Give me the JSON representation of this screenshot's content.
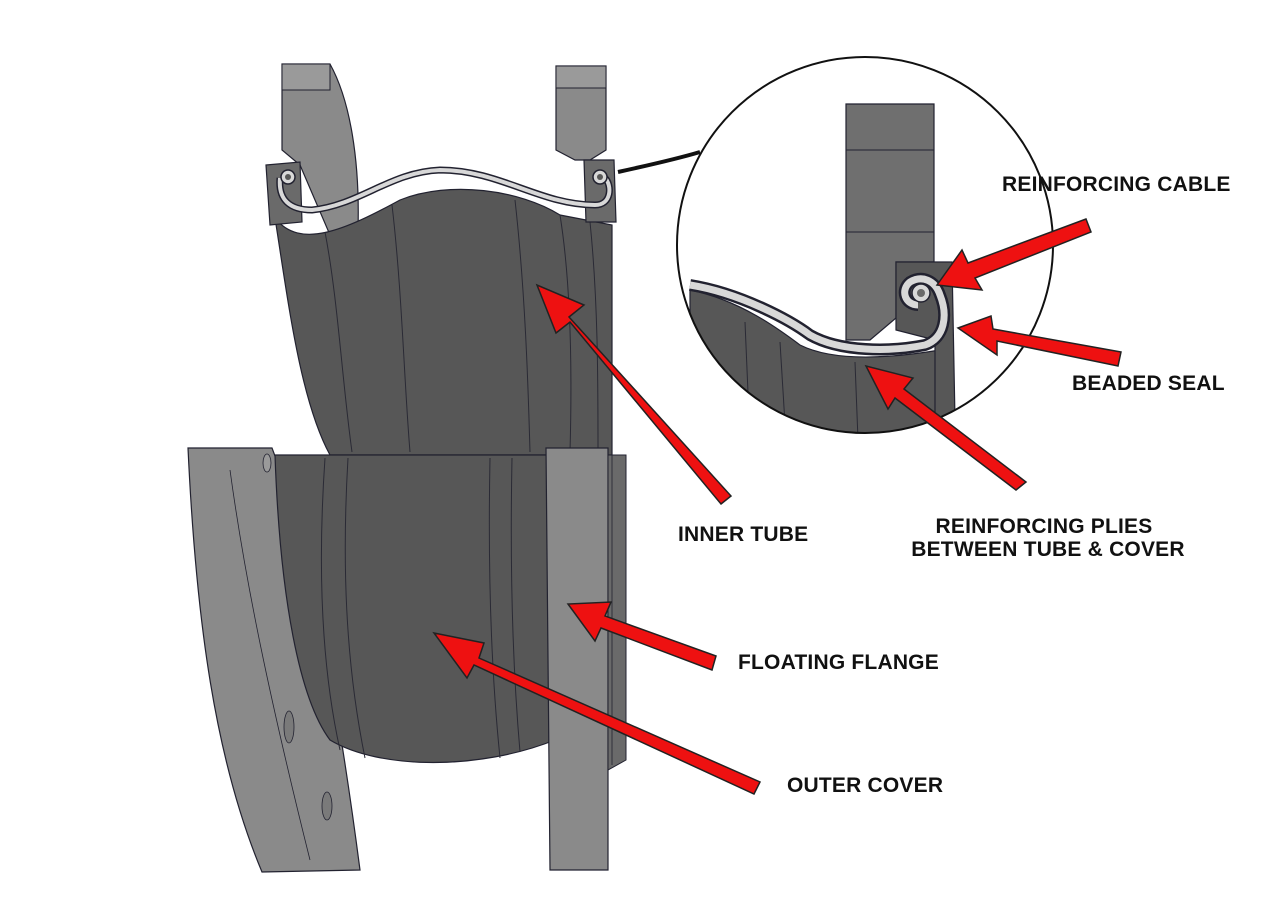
{
  "labels": {
    "inner_tube": "INNER TUBE",
    "outer_cover": "OUTER COVER",
    "floating_flange": "FLOATING FLANGE",
    "reinforcing_cable": "REINFORCING CABLE",
    "beaded_seal": "BEADED SEAL",
    "reinforcing_plies_line1": "REINFORCING PLIES",
    "reinforcing_plies_line2": "BETWEEN TUBE & COVER"
  },
  "colors": {
    "arrow": "#ee1111",
    "rubber_dark": "#575757",
    "rubber_mid": "#6a6a6a",
    "flange_gray": "#8a8a8a",
    "flange_light": "#9a9a9a",
    "outline": "#222230",
    "ply_light": "#d8d8d8",
    "background": "#ffffff"
  }
}
